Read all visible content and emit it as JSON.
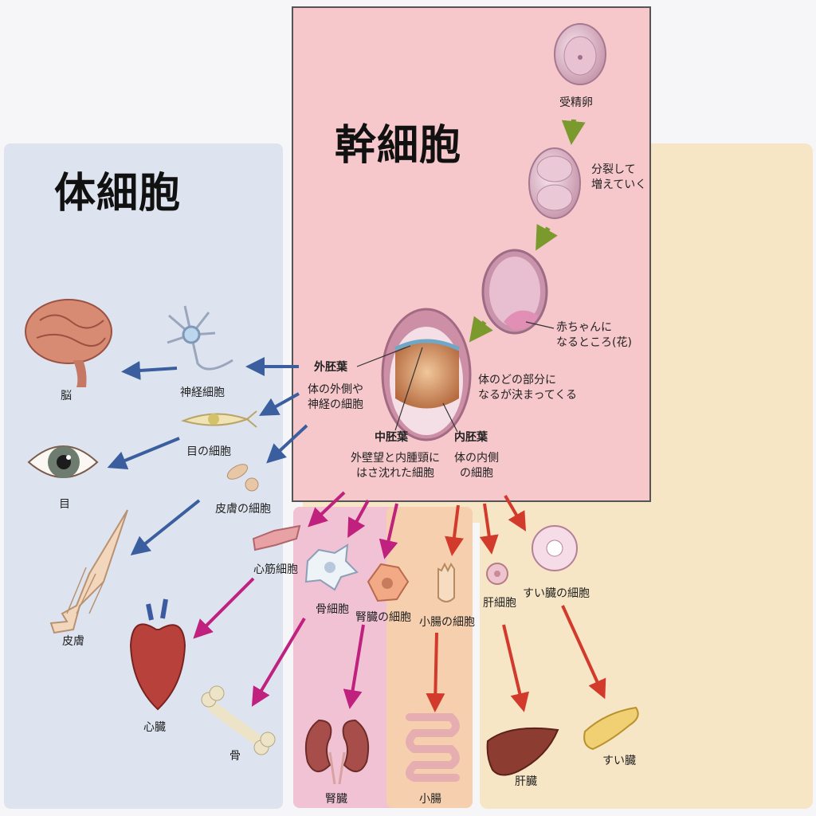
{
  "titles": {
    "stem": "幹細胞",
    "somatic": "体細胞"
  },
  "stages": {
    "zygote": "受精卵",
    "division": [
      "分裂して",
      "増えていく"
    ],
    "baby": [
      "赤ちゃんに",
      "なるところ(花)"
    ],
    "fate": [
      "体のどの部分に",
      "なるが決まってくる"
    ]
  },
  "germ_layers": {
    "ectoderm": {
      "name": "外胚葉",
      "desc": [
        "体の外側や",
        "神経の細胞"
      ]
    },
    "mesoderm": {
      "name": "中胚葉",
      "desc": [
        "外壁望と内腫頸に",
        "はさ沈れた細胞"
      ]
    },
    "endoderm": {
      "name": "内胚葉",
      "desc": [
        "体の内側",
        "の細胞"
      ]
    }
  },
  "cells": {
    "nerve": "神経細胞",
    "eye_cell": "目の細胞",
    "skin_cell": "皮膚の細胞",
    "heart_cell": "心筋細胞",
    "bone_cell": "骨細胞",
    "kidney_cell": "腎臓の細胞",
    "intestine_cell": "小腸の細胞",
    "liver_cell": "肝細胞",
    "pancreas_cell": "すい臓の細胞"
  },
  "organs": {
    "brain": "脳",
    "eye": "目",
    "skin": "皮膚",
    "heart": "心臓",
    "bone": "骨",
    "kidney": "腎臓",
    "intestine": "小腸",
    "liver": "肝臓",
    "pancreas": "すい臓"
  },
  "colors": {
    "somatic_bg": "#dde4ef",
    "stem_bg": "#f6c7cb",
    "endo_bg": "#f7e6c6",
    "arrow_ecto": "#3b5f9e",
    "arrow_meso": "#c0207e",
    "arrow_endo": "#d23a2c",
    "arrow_stage": "#7a9a2e"
  }
}
